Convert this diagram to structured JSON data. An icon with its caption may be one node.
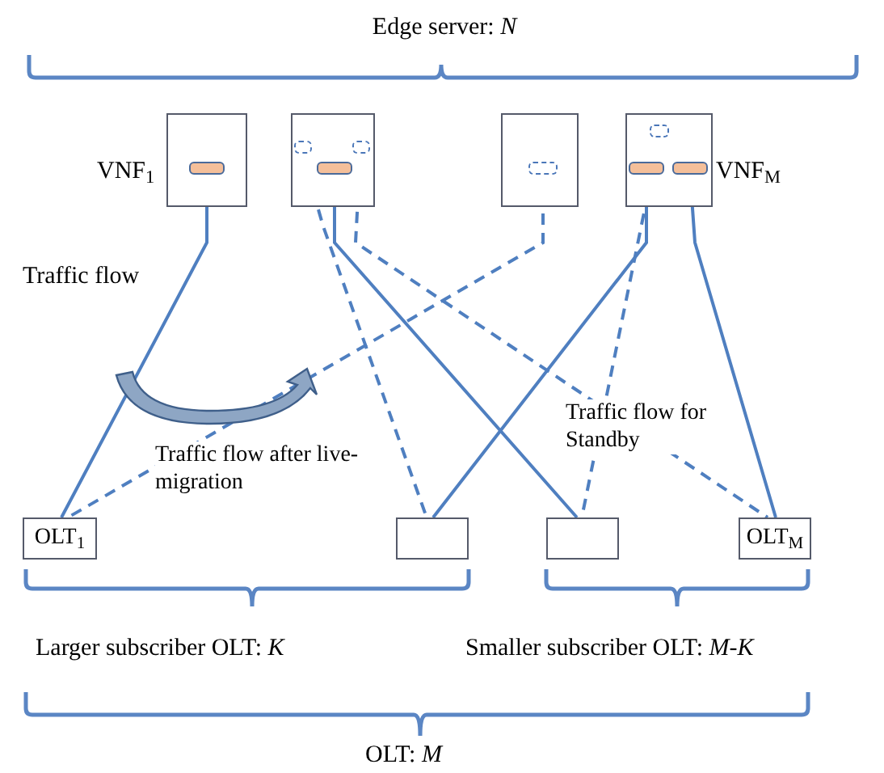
{
  "diagram": {
    "nodes": [
      {
        "text": [],
        "shape": "box",
        "beside": [
          "VNF$_{1}$"
        ]
      },
      {
        "text": [],
        "shape": "box"
      },
      {
        "text": [],
        "shape": "box"
      },
      {
        "text": [],
        "shape": "box",
        "beside": [
          "VNF$_{M}$"
        ]
      },
      {
        "text": [],
        "shape": "box",
        "in": 0
      },
      {
        "text": [],
        "shape": "box",
        "in": 1
      },
      {
        "text": [],
        "shape": "box",
        "in": 1
      },
      {
        "text": [],
        "shape": "box",
        "in": 1
      },
      {
        "text": [],
        "shape": "box",
        "in": 2
      },
      {
        "text": [],
        "shape": "box",
        "in": 3
      },
      {
        "text": [],
        "shape": "box",
        "in": 3
      },
      {
        "text": [],
        "shape": "box",
        "in": 3
      },
      {
        "text": [
          "OLT$_{1}$"
        ]
      },
      {
        "text": [],
        "shape": "box"
      },
      {
        "text": [],
        "shape": "box"
      },
      {
        "text": [
          "OLT$_{M}$"
        ]
      }
    ],
    "edges": [
      {
        "from": 4,
        "to": 12,
        "arrow": "none"
      },
      {
        "from": 5,
        "to": 13,
        "arrow": "none",
        "style": "dashed"
      },
      {
        "from": 6,
        "to": 14,
        "arrow": "none"
      },
      {
        "from": 7,
        "to": 15,
        "arrow": "none",
        "style": "dashed"
      },
      {
        "from": 8,
        "to": 12,
        "arrow": "none",
        "style": "dashed"
      },
      {
        "from": 9,
        "to": 13,
        "arrow": "none"
      },
      {
        "from": 10,
        "to": 14,
        "arrow": "none",
        "style": "dashed"
      },
      {
        "from": 11,
        "to": 15,
        "arrow": "none"
      }
    ],
    "labels": [
      "Edge server: *N*",
      "Traffic flow",
      "Traffic flow after live-migration",
      "Traffic flow for Standby",
      "Larger subscriber OLT: *K*",
      "Smaller subscriber OLT: *M*-*K*",
      "OLT: *M*"
    ]
  }
}
